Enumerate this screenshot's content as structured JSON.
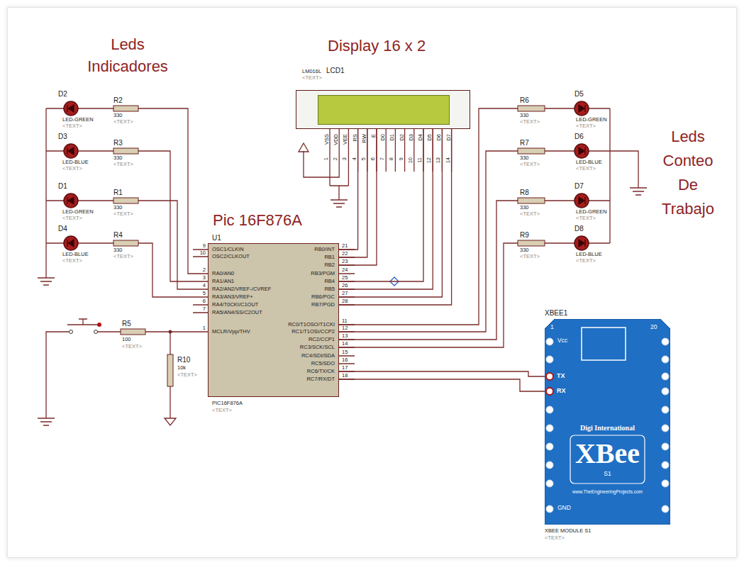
{
  "diagram": {
    "nodes": [
      {
        "text": [
          "LM016L",
          "LCD1",
          "<TEXT>",
          "VSS",
          "VDD",
          "VEE",
          "RS",
          "RW",
          "E",
          "D0",
          "D1",
          "D2",
          "D3",
          "D4",
          "D5",
          "D6",
          "D7"
        ]
      },
      {
        "text": [
          "U1",
          "OSC1/CLKIN",
          "OSC2/CLKOUT",
          "RA0/AN0",
          "RA1/AN1",
          "RA2/AN2/VREF-/CVREF",
          "RA3/AN3/VREF+",
          "RA4/T0CKI/C1OUT",
          "RA5/AN4/SS/C2OUT",
          "MCLR/Vpp/THV",
          "RB0/INT",
          "RB1",
          "RB2",
          "RB3/PGM",
          "RB4",
          "RB5",
          "RB6/PGC",
          "RB7/PGD",
          "RC0/T1OSO/T1CKI",
          "RC1/T1OSI/CCP2",
          "RC2/CCP1",
          "RC3/SCK/SCL",
          "RC4/SDI/SDA",
          "RC5/SDO",
          "RC6/TX/CK",
          "RC7/RX/DT",
          "PIC16F876A",
          "<TEXT>"
        ]
      },
      {
        "text": [
          "1",
          "20",
          "Vcc",
          "TX",
          "RX",
          "Digi International",
          "XBee",
          "S1",
          "www.TheEngineeringProjects.com",
          "GND"
        ]
      }
    ],
    "edges": [
      {
        "from": 1,
        "to": 0,
        "arrow": "none"
      },
      {
        "from": 1,
        "to": 0,
        "arrow": "none"
      },
      {
        "from": 1,
        "to": 0,
        "arrow": "none"
      },
      {
        "from": 1,
        "to": 0,
        "arrow": "none"
      },
      {
        "from": 1,
        "to": 0,
        "arrow": "none"
      },
      {
        "from": 1,
        "to": 0,
        "arrow": "none"
      },
      {
        "from": 1,
        "to": 0,
        "arrow": "none"
      },
      {
        "from": 1,
        "to": 2,
        "arrow": "none"
      },
      {
        "from": 1,
        "to": 2,
        "arrow": "none"
      }
    ],
    "labels": [
      "Leds Indicadores",
      "Display 16 x 2",
      "Pic 16F876A",
      "Leds Conteo De Trabajo",
      "D2",
      "LED-GREEN",
      "<TEXT>",
      "R2",
      "330",
      "<TEXT>",
      "D3",
      "LED-BLUE",
      "<TEXT>",
      "R3",
      "330",
      "<TEXT>",
      "D1",
      "LED-GREEN",
      "<TEXT>",
      "R1",
      "330",
      "<TEXT>",
      "D4",
      "LED-BLUE",
      "<TEXT>",
      "R4",
      "330",
      "<TEXT>",
      "D5",
      "LED-GREEN",
      "<TEXT>",
      "R6",
      "330",
      "<TEXT>",
      "D6",
      "LED-BLUE",
      "<TEXT>",
      "R7",
      "330",
      "<TEXT>",
      "D7",
      "LED-GREEN",
      "<TEXT>",
      "R8",
      "330",
      "<TEXT>",
      "D8",
      "LED-BLUE",
      "<TEXT>",
      "R9",
      "330",
      "<TEXT>",
      "R5",
      "100",
      "<TEXT>",
      "R10",
      "10k",
      "<TEXT>",
      "9",
      "10",
      "2",
      "3",
      "4",
      "5",
      "6",
      "7",
      "1",
      "21",
      "22",
      "23",
      "24",
      "25",
      "26",
      "27",
      "28",
      "11",
      "12",
      "13",
      "14",
      "15",
      "16",
      "17",
      "18",
      "1",
      "2",
      "3",
      "4",
      "5",
      "6",
      "7",
      "8",
      "9",
      "10",
      "11",
      "12",
      "13",
      "14",
      "XBEE1",
      "XBEE MODULE S1",
      "<TEXT>"
    ]
  }
}
